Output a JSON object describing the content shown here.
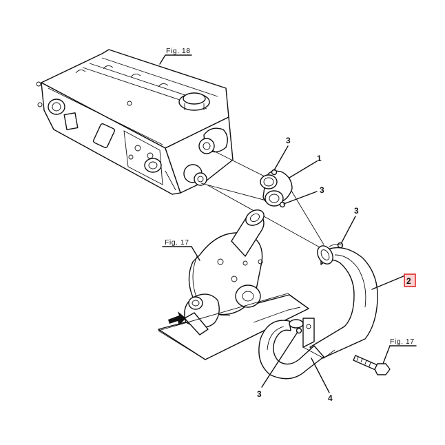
{
  "figure_refs": {
    "cylinder_head": "Fig. 18",
    "water_pump": "Fig. 17",
    "bolt": "Fig. 17"
  },
  "callouts": {
    "clamp_top": "3",
    "hose_joint": "1",
    "clamp_lower": "3",
    "clamp_hose_top": "3",
    "clamp_bottom": "3",
    "pipe": "4"
  },
  "highlighted_part": {
    "label": "2",
    "border_color": "#dd1111",
    "fill_color": "#fbd3d3"
  }
}
